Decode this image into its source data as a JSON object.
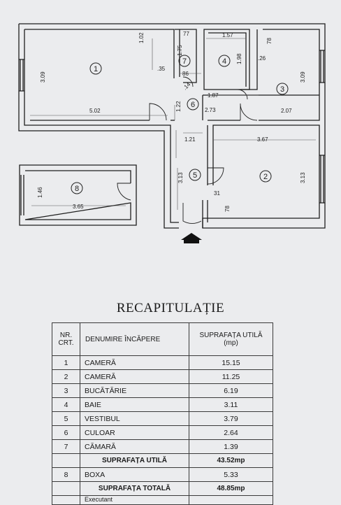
{
  "plan": {
    "rooms": [
      {
        "num": "1"
      },
      {
        "num": "2"
      },
      {
        "num": "3"
      },
      {
        "num": "4"
      },
      {
        "num": "5"
      },
      {
        "num": "6"
      },
      {
        "num": "7"
      },
      {
        "num": "8"
      }
    ],
    "dims": [
      "1.02",
      "3.09",
      ".35",
      "5.02",
      "77",
      "1.75",
      "86",
      "1.57",
      "1.98",
      "78",
      ".26",
      "3.09",
      "1.87",
      "1.22",
      "2.73",
      "2.07",
      ".14",
      "1.21",
      "3.67",
      "3.13",
      "3.13",
      "31",
      "78",
      "1.46",
      "3.65"
    ]
  },
  "recap": {
    "title": "RECAPITULAȚIE",
    "header": {
      "nr": "NR. CRT.",
      "name": "DENUMIRE ÎNCĂPERE",
      "area": "SUPRAFAȚA UTILĂ (mp)"
    },
    "rows": [
      {
        "nr": "1",
        "name": "CAMERĂ",
        "area": "15.15"
      },
      {
        "nr": "2",
        "name": "CAMERĂ",
        "area": "11.25"
      },
      {
        "nr": "3",
        "name": "BUCĂTĂRIE",
        "area": "6.19"
      },
      {
        "nr": "4",
        "name": "BAIE",
        "area": "3.11"
      },
      {
        "nr": "5",
        "name": "VESTIBUL",
        "area": "3.79"
      },
      {
        "nr": "6",
        "name": "CULOAR",
        "area": "2.64"
      },
      {
        "nr": "7",
        "name": "CĂMARĂ",
        "area": "1.39"
      }
    ],
    "usable": {
      "label": "SUPRAFAȚA UTILĂ",
      "value": "43.52mp"
    },
    "box": {
      "nr": "8",
      "name": "BOXA",
      "area": "5.33"
    },
    "total": {
      "label": "SUPRAFAȚA TOTALĂ",
      "value": "48.85mp"
    },
    "executant": "Executant"
  }
}
